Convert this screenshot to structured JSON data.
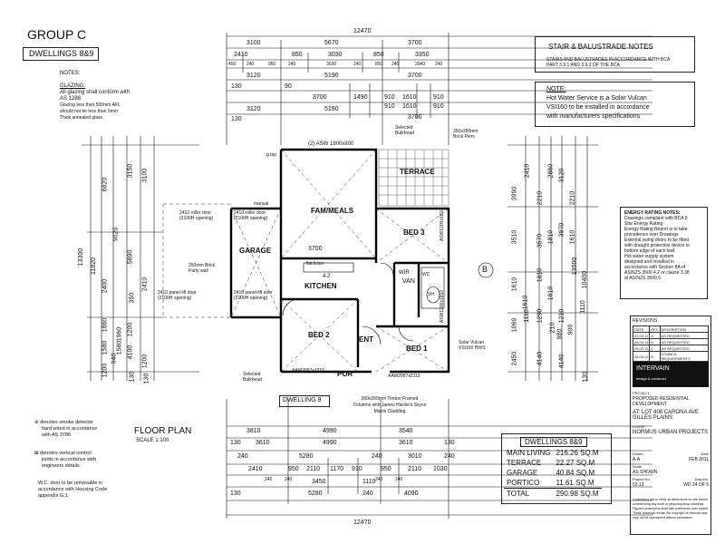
{
  "title": {
    "group": "GROUP C",
    "dwellings": "DWELLINGS 8&9"
  },
  "notes": {
    "heading": "NOTES:",
    "glazing_heading": "GLAZING:",
    "glazing_lines": [
      "All glazing shall conform with",
      "AS 1288",
      "Glazing less than 500mm AFL",
      "should not be less than 5mm",
      "Thick annealed glass"
    ]
  },
  "stair_notes": {
    "heading": "STAIR & BALUSTRADE NOTES",
    "lines": [
      "STAIRS AND BALUSTRADES IN ACCORDANCE WITH BCA",
      "PART 3.9.1 AND 3.9.2 OF THE BCA"
    ]
  },
  "hot_water_note": {
    "heading": "NOTE:",
    "lines": [
      "Hot Water Service is a Solar Vulcan",
      "VSI160 to be installed in accordance",
      "with manufacturers specifications"
    ]
  },
  "energy_notes": {
    "heading": "ENERGY RATING NOTES:",
    "lines": [
      "Drawings compliant with BCA 6",
      "Star Energy Rating",
      "Energy Rating Report is to take",
      "precedence over Drawings",
      "External swing doors to be fitted",
      "with draught protection device to",
      "bottom edge of each leaf.",
      "Hot water supply system",
      "designed and installed in",
      "accordance with Section 8A of",
      "AS/NZS 3500.4.2 or clause 3.38",
      "of AS/NZS 3500.5"
    ]
  },
  "top_dims": {
    "overall": "12470",
    "row1": [
      "3100",
      "5670",
      "3700"
    ],
    "row2": [
      "2410",
      "850",
      "3030",
      "850",
      "3350"
    ],
    "row2b": [
      "450",
      "240",
      "950",
      "240",
      "3030",
      "240",
      "850",
      "240",
      "2940",
      "240"
    ],
    "row3": [
      "3120",
      "5190",
      "3700"
    ],
    "row4": [
      "130",
      "90",
      "3700",
      "1490",
      "910",
      "1610",
      "910"
    ],
    "row4b": [
      "910",
      "1610",
      "910"
    ],
    "row5": [
      "3120",
      "5190",
      "3700"
    ],
    "row6": [
      "130"
    ]
  },
  "bottom_dims": {
    "overall": "12470",
    "row1": [
      "3810",
      "4990",
      "3540"
    ],
    "row2": [
      "130",
      "3610",
      "4990",
      "3610",
      "130"
    ],
    "row3": [
      "240",
      "5280",
      "240",
      "3010",
      "240"
    ],
    "row4": [
      "2410",
      "950",
      "2110",
      "1170",
      "910",
      "950",
      "2110",
      "1030"
    ],
    "row4b": [
      "240",
      "240",
      "240",
      "240"
    ],
    "row5": [
      "3450",
      "1110"
    ],
    "row6": [
      "5280",
      "4090"
    ],
    "row6b": [
      "130",
      "240"
    ]
  },
  "left_dims": {
    "overall": "13300",
    "col1": [
      "11820"
    ],
    "col2": [
      "6820",
      "9020",
      "2400",
      "1860",
      "1580",
      "940",
      "1200"
    ],
    "col3": [
      "3150",
      "5890",
      "350",
      "1200",
      "1960",
      "1580",
      "4100",
      "130"
    ],
    "col4": [
      "3100",
      "2410",
      "1200",
      "130"
    ]
  },
  "right_dims": {
    "overall": "13500",
    "col1": [
      "3510",
      "3990",
      "1610",
      "1610",
      "1069",
      "2450",
      "4140"
    ],
    "col2": [
      "2410",
      "2210",
      "1810",
      "1110",
      "1290",
      "210"
    ],
    "col3": [
      "2860",
      "3570",
      "1810",
      "1610",
      "1210",
      "980",
      "4140"
    ],
    "col4": [
      "3120",
      "3970",
      "2210",
      "1610",
      "1110",
      "900",
      "10400",
      "130"
    ]
  },
  "rooms": {
    "terrace": "TERRACE",
    "fam_meals": "FAM/MEALS",
    "bed3": "BED 3",
    "garage": "GARAGE",
    "kitchen": "KITCHEN",
    "bed2": "BED 2",
    "ent": "ENT",
    "bed1": "BED 1",
    "por": "POR",
    "wir": "WIR",
    "van": "VAN",
    "wc": "WC",
    "shower": "SH",
    "asw_top": "(2) ASW 1800x800",
    "asw_bed3": "ASW1200x1810",
    "asw_bed1": "ASW1200x1810",
    "asw_bed2": "AAW2057x1210",
    "asw_por": "AAW2057x2110",
    "kitchen_dim": "3700",
    "fam_dim": "4.2",
    "marker_b": "B"
  },
  "annotations": {
    "selected_bulkhead_top": [
      "Selected",
      "Bulkhead"
    ],
    "brick_piers": [
      "350x350mm",
      "Brick Piers"
    ],
    "roller_door": [
      "2410 roller door",
      "(2100H opening)"
    ],
    "panel_door_left": [
      "2410 panel-lift door",
      "(2100H opening)"
    ],
    "roller_door_2": [
      "2410 roller door",
      "(2100H opening)"
    ],
    "panel_door_2": [
      "2410 panel-lift door",
      "(2100H opening)"
    ],
    "manual": "manual",
    "brick_wall": [
      "250mm Brick",
      "Party wall"
    ],
    "solar": [
      "Solar Vulcan",
      "VSI160 HWS"
    ],
    "selected_bulkhead_bottom": [
      "Selected",
      "Bulkhead"
    ],
    "dwelling_label": "DWELLING 9",
    "columns": [
      "360x360mm Timber Framed",
      "Columns with James Hardie's Scyon",
      "Matrix Cladding"
    ],
    "gtap": "g.tap",
    "flat_lbr": "flat b.ber"
  },
  "legend": {
    "smoke": [
      "denotes smoke detector",
      "hard wired in accordance",
      "with AS 3786"
    ],
    "control": [
      "denotes vertical control",
      "joints in accordance with",
      "engineers details."
    ],
    "wc": [
      "W.C. door to be removable in",
      "accordance with Housing Code",
      "appendix G.1."
    ]
  },
  "floor_plan": {
    "title": "FLOOR PLAN",
    "scale": "SCALE 1:100"
  },
  "area_table": {
    "heading": "DWELLINGS 8&9",
    "rows": [
      {
        "label": "MAIN LIVING",
        "value": "216.26 SQ.M"
      },
      {
        "label": "TERRACE",
        "value": "22.27 SQ.M"
      },
      {
        "label": "GARAGE",
        "value": "40.84 SQ.M"
      },
      {
        "label": "PORTICO",
        "value": "11.61 SQ.M"
      },
      {
        "label": "TOTAL",
        "value": "290.98 SQ.M"
      }
    ]
  },
  "title_block": {
    "revisions": "REVISIONS",
    "rev_header": [
      "DATE",
      "REV",
      "DESCRIPTION"
    ],
    "rev_rows": [
      [
        "22.03.11",
        "A",
        "AS REQUESTED"
      ],
      [
        "25.03.11",
        "B",
        "AS REQUESTED"
      ],
      [
        "25.03.11",
        "C",
        "AS REQUESTED"
      ],
      [
        "25.03.11",
        "D",
        "COUNCIL REQUIREMENTS"
      ]
    ],
    "firm": "INTERVAIN",
    "firm_sub": "design & construct",
    "project_label": "PROJECT",
    "project": [
      "PROPOSED RESIDENTIAL",
      "DEVELOPMENT"
    ],
    "address": [
      "AT: LOT 408 CARONA AVE",
      "GILLES PLAINS"
    ],
    "client_label": "CLIENT",
    "client": "NORMUS URBAN PROJECTS",
    "drawn_label": "Drawn",
    "drawn": "A.A",
    "date_label": "Date",
    "date": "FEB 2011",
    "scale_label": "Scale",
    "scale": "AS SHOWN",
    "project_no_label": "Project No.",
    "project_no": "53.13",
    "dwg_label": "Dwg No.",
    "dwg": "WD 24 OF 5",
    "footer": "Contractors are to verify all dimensions on site before commencing any work or preparing shop drawings. Figured dimensions shall take preference over scaled. These drawings remain the copyright of Intervain and may not be reproduced without permission."
  }
}
